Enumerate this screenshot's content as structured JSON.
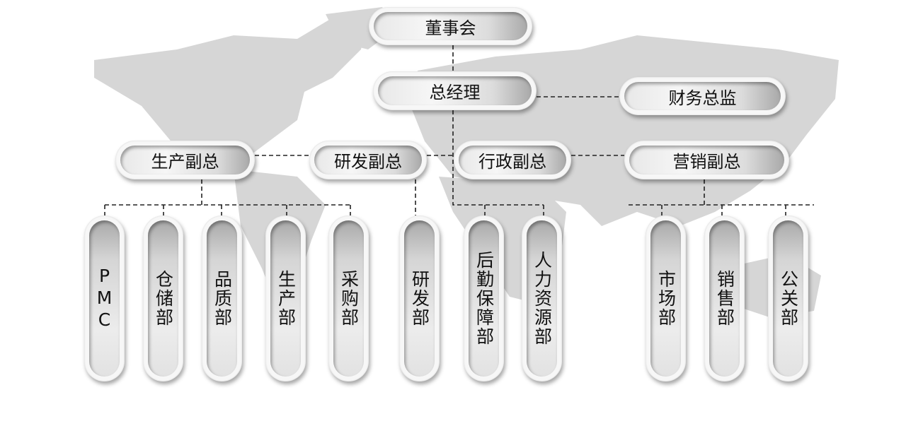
{
  "board": "董事会",
  "gm": "总经理",
  "cfo": "财务总监",
  "vps": [
    "生产副总",
    "研发副总",
    "行政副总",
    "营销副总"
  ],
  "departments": [
    "PMC",
    "仓储部",
    "品质部",
    "生产部",
    "采购部",
    "研发部",
    "后勤保障部",
    "人力资源部",
    "市场部",
    "销售部",
    "公关部"
  ],
  "colors": {
    "map": "#d4d4d4",
    "line": "#222222"
  }
}
